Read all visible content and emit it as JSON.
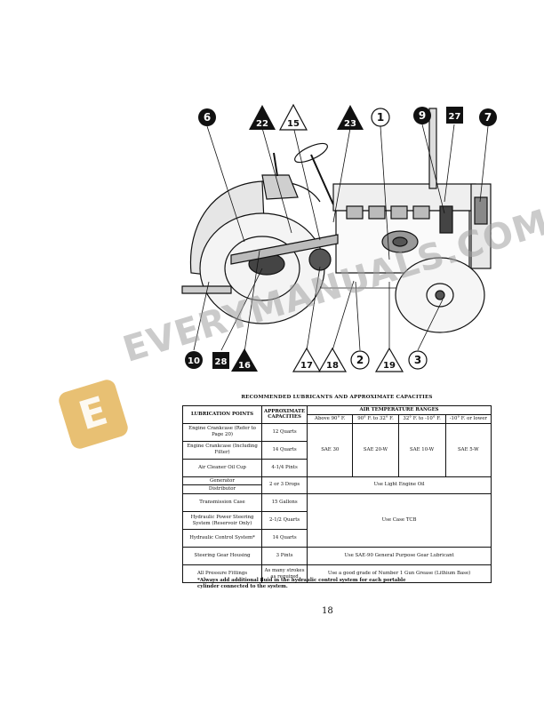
{
  "diagram": {
    "callouts_top": [
      {
        "label": "6",
        "shape": "circle"
      },
      {
        "label": "22",
        "shape": "triangle-filled"
      },
      {
        "label": "15",
        "shape": "triangle"
      },
      {
        "label": "23",
        "shape": "triangle-filled"
      },
      {
        "label": "1",
        "shape": "circle"
      },
      {
        "label": "9",
        "shape": "circle"
      },
      {
        "label": "27",
        "shape": "square-filled"
      },
      {
        "label": "7",
        "shape": "circle"
      }
    ],
    "callouts_bottom": [
      {
        "label": "10",
        "shape": "circle"
      },
      {
        "label": "28",
        "shape": "square-filled"
      },
      {
        "label": "16",
        "shape": "triangle-filled"
      },
      {
        "label": "17",
        "shape": "triangle"
      },
      {
        "label": "18",
        "shape": "triangle"
      },
      {
        "label": "2",
        "shape": "circle"
      },
      {
        "label": "19",
        "shape": "triangle"
      },
      {
        "label": "3",
        "shape": "circle"
      }
    ]
  },
  "watermark": {
    "text": "EVERYMANUALS.COM",
    "logo_letter": "E",
    "color": "#a0a0a0",
    "logo_color": "#e2b050"
  },
  "table": {
    "title": "RECOMMENDED LUBRICANTS AND APPROXIMATE CAPACITIES",
    "headers": {
      "points": "LUBRICATION POINTS",
      "capacities": "APPROXIMATE CAPACITIES",
      "air_temp": "AIR TEMPERATURE RANGES",
      "ranges": [
        "Above 90° F.",
        "90° F. to 32° F.",
        "32° F. to -10° F.",
        "-10° F. or lower"
      ]
    },
    "rows": [
      {
        "point": "Engine Crankcase (Refer to Page 20)",
        "capacity": "12 Quarts"
      },
      {
        "point": "Engine Crankcase (Including Filter)",
        "capacity": "14 Quarts"
      },
      {
        "point": "Air Cleaner Oil Cup",
        "capacity": "4-1/4 Pints"
      },
      {
        "point": "Generator",
        "capacity": "2 or 3 Drops"
      },
      {
        "point": "Distributor",
        "capacity": ""
      },
      {
        "point": "Transmission Case",
        "capacity": "15 Gallons"
      },
      {
        "point": "Hydraulic Power Steering System (Reservoir Only)",
        "capacity": "2-1/2 Quarts"
      },
      {
        "point": "Hydraulic Control System*",
        "capacity": "14 Quarts"
      },
      {
        "point": "Steering Gear Housing",
        "capacity": "3 Pints"
      },
      {
        "point": "All Pressure Fittings",
        "capacity": "As many strokes as required"
      }
    ],
    "engine_oils": [
      "SAE 30",
      "SAE 20-W",
      "SAE 10-W",
      "SAE 5-W"
    ],
    "light_oil": "Use Light Engine Oil",
    "tcb": "Use Case TCB",
    "gear_lube": "Use SAE-90 General Purpose Gear Lubricant",
    "grease": "Use a good grade of Number 1 Gun Grease (Lithium Base)"
  },
  "footnote": "*Always add additional fluid in the hydraulic control system for each portable cylinder connected to the system.",
  "page_number": "18"
}
